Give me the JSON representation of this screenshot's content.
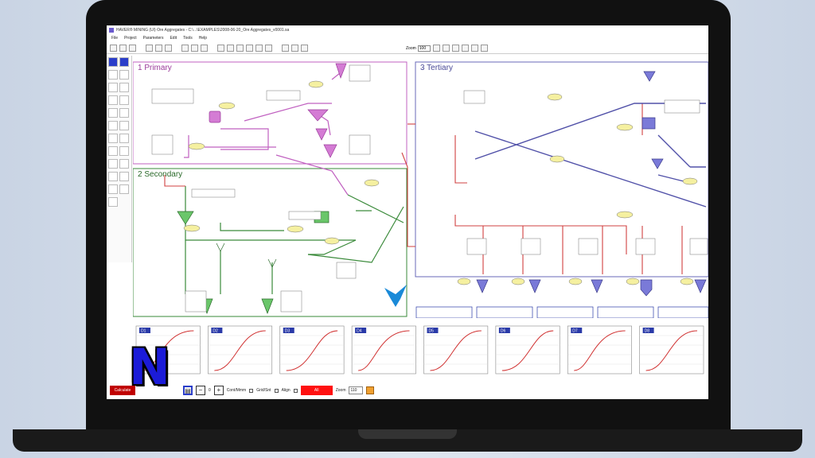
{
  "window": {
    "title": "HAVER® MINING (UI) Ore Aggregates - C:\\...\\EXAMPLES\\2008-06-20_Ore Aggregates_v0001.sa"
  },
  "menu": [
    "File",
    "Project",
    "Parameters",
    "Edit",
    "Tools",
    "Help"
  ],
  "toolbar": {
    "zoom_label": "Zoom",
    "zoom_value": "100"
  },
  "sections": {
    "primary": {
      "title": "1 Primary",
      "color": "#c060c0"
    },
    "secondary": {
      "title": "2 Secondary",
      "color": "#3a8a3a"
    },
    "tertiary": {
      "title": "3 Tertiary",
      "color": "#6a6ab8"
    }
  },
  "bottom": {
    "calculate_label": "Calculate",
    "page_value": "0",
    "checkbox1": "Cont/Mmm",
    "checkbox2": "Grid/Snt",
    "checkbox3": "Align",
    "red_label": "All",
    "zoom_label": "Zoom",
    "zoom_value": "110"
  },
  "brand": {
    "logo_letter": "N",
    "logo_color": "#1b1bd8"
  },
  "curve_panels": [
    "D1",
    "D2",
    "D3",
    "D4",
    "D5",
    "D6",
    "D7",
    "D8"
  ]
}
